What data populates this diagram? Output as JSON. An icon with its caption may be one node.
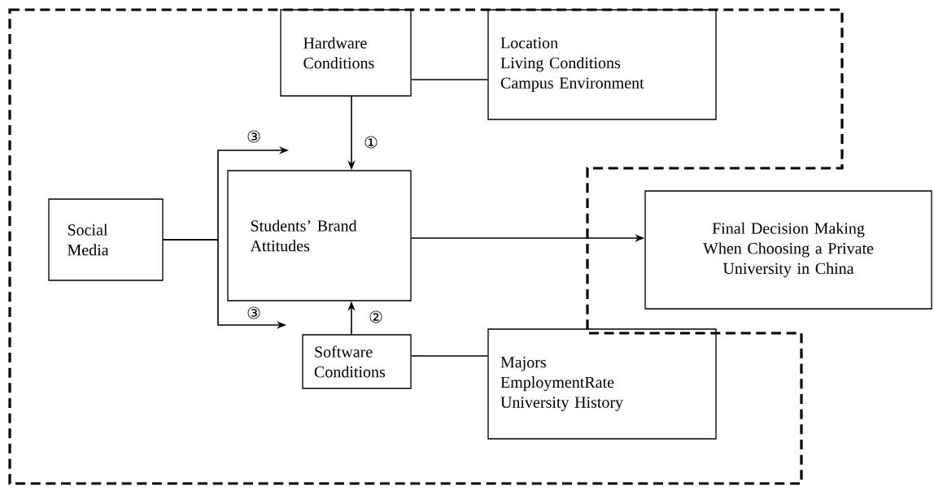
{
  "diagram": {
    "nodes": [
      {
        "text": [
          "Hardware Conditions"
        ]
      },
      {
        "text": [
          "Location",
          "Living Conditions",
          "Campus Environment"
        ]
      },
      {
        "text": [
          "Social Media"
        ]
      },
      {
        "text": [
          "Students’ Brand Attitudes"
        ]
      },
      {
        "text": [
          "Final Decision Making When Choosing a Private University in China"
        ]
      },
      {
        "text": [
          "Software Conditions"
        ]
      },
      {
        "text": [
          "Majors",
          "EmploymentRate",
          "University History"
        ]
      }
    ],
    "edges": [
      {
        "from": 0,
        "to": 1,
        "arrow": "none"
      },
      {
        "from": 0,
        "to": 3,
        "arrow": "to",
        "label": "①"
      },
      {
        "from": 2,
        "to": null,
        "arrow": "to",
        "label": "③"
      },
      {
        "from": 2,
        "to": null,
        "arrow": "to",
        "label": "③"
      },
      {
        "from": 3,
        "to": 4,
        "arrow": "to"
      },
      {
        "from": 5,
        "to": 3,
        "arrow": "to",
        "label": "②"
      },
      {
        "from": 5,
        "to": 6,
        "arrow": "none"
      }
    ]
  }
}
